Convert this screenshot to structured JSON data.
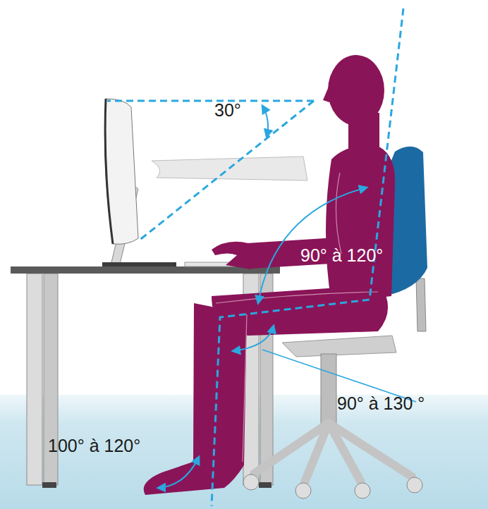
{
  "diagram": {
    "labels": [
      "30°",
      "90° à 120°",
      "90° à 130 °",
      "100° à 120°"
    ]
  }
}
